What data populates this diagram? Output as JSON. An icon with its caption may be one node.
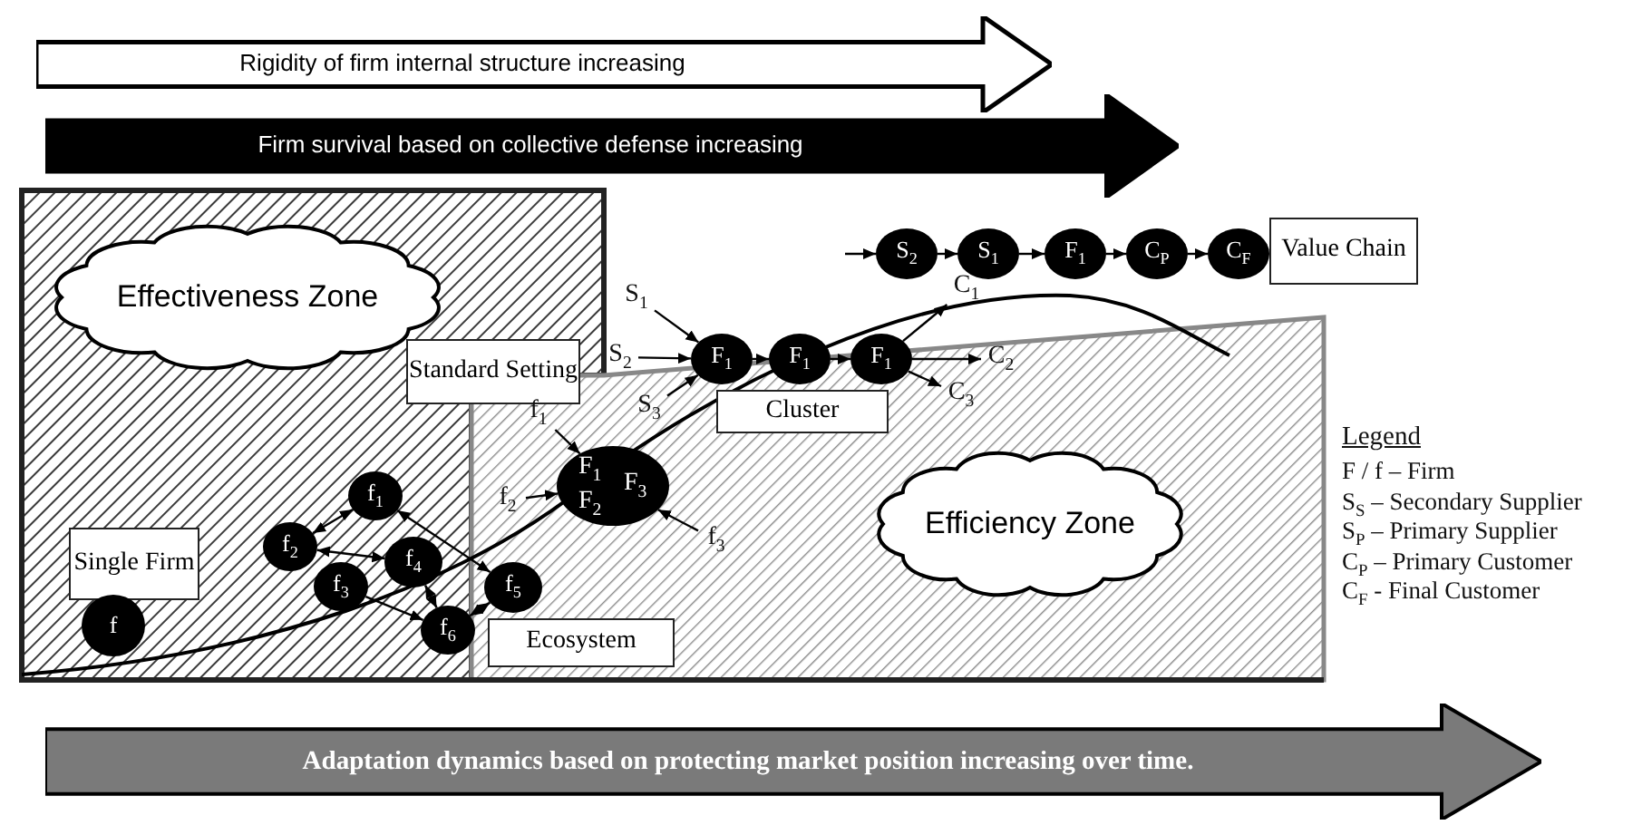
{
  "diagram": {
    "nodes": [
      {
        "text": [
          "Rigidity of firm internal structure increasing"
        ]
      },
      {
        "text": [
          "Firm survival based on collective defense increasing"
        ]
      },
      {
        "text": [
          "Effectiveness Zone"
        ]
      },
      {
        "text": [
          "S$_{2}$"
        ]
      },
      {
        "text": [
          "S$_{1}$"
        ]
      },
      {
        "text": [
          "F$_{1}$"
        ]
      },
      {
        "text": [
          "C$_{P}$"
        ]
      },
      {
        "text": [
          "C$_{F}$"
        ]
      },
      {
        "text": [
          "Value Chain"
        ]
      },
      {
        "text": [
          "S$_{1}$"
        ]
      },
      {
        "text": [
          "S$_{2}$"
        ]
      },
      {
        "text": [
          "F$_{1}$"
        ]
      },
      {
        "text": [
          "F$_{1}$"
        ]
      },
      {
        "text": [
          "F$_{1}$"
        ]
      },
      {
        "text": [
          "C$_{1}$"
        ]
      },
      {
        "text": [
          "C$_{2}$"
        ]
      },
      {
        "text": [
          "C$_{3}$"
        ]
      },
      {
        "text": [
          "Standard Setting"
        ]
      },
      {
        "text": [
          "S$_{3}$"
        ]
      },
      {
        "text": [
          "Cluster"
        ]
      },
      {
        "text": [
          "f$_{1}$"
        ]
      },
      {
        "text": [
          "F$_{1}$",
          "F$_{2}$",
          "F$_{3}$"
        ]
      },
      {
        "text": [
          "f$_{2}$"
        ]
      },
      {
        "text": [
          "f$_{3}$"
        ]
      },
      {
        "text": [
          "Efficiency Zone"
        ]
      },
      {
        "text": [
          "f$_{1}$"
        ]
      },
      {
        "text": [
          "Single Firm"
        ]
      },
      {
        "text": [
          "f$_{2}$"
        ]
      },
      {
        "text": [
          "f$_{4}$"
        ]
      },
      {
        "text": [
          "f$_{3}$"
        ]
      },
      {
        "text": [
          "f$_{5}$"
        ]
      },
      {
        "text": [
          "f"
        ]
      },
      {
        "text": [
          "f$_{6}$"
        ]
      },
      {
        "text": [
          "Ecosystem"
        ]
      },
      {
        "text": [
          "Adaptation dynamics based on protecting market position increasing over time."
        ]
      }
    ],
    "edges": [
      {
        "from": null,
        "to": 3,
        "arrow": "to"
      },
      {
        "from": 3,
        "to": 4,
        "arrow": "to"
      },
      {
        "from": 4,
        "to": 5,
        "arrow": "to"
      },
      {
        "from": 5,
        "to": 6,
        "arrow": "to"
      },
      {
        "from": 6,
        "to": 7,
        "arrow": "to"
      },
      {
        "from": 9,
        "to": 11,
        "arrow": "to"
      },
      {
        "from": 10,
        "to": 11,
        "arrow": "to"
      },
      {
        "from": 18,
        "to": 11,
        "arrow": "to"
      },
      {
        "from": 11,
        "to": 12,
        "arrow": "to"
      },
      {
        "from": 12,
        "to": 13,
        "arrow": "to"
      },
      {
        "from": 13,
        "to": 14,
        "arrow": "to"
      },
      {
        "from": 13,
        "to": 15,
        "arrow": "to"
      },
      {
        "from": 13,
        "to": 16,
        "arrow": "to"
      },
      {
        "from": 20,
        "to": 21,
        "arrow": "to"
      },
      {
        "from": 22,
        "to": 21,
        "arrow": "to"
      },
      {
        "from": 23,
        "to": 21,
        "arrow": "to"
      },
      {
        "from": 25,
        "to": 27,
        "arrow": "both"
      },
      {
        "from": 27,
        "to": 28,
        "arrow": "both"
      },
      {
        "from": 25,
        "to": 30,
        "arrow": "both"
      },
      {
        "from": 28,
        "to": 32,
        "arrow": "both"
      },
      {
        "from": 29,
        "to": 32,
        "arrow": "to"
      },
      {
        "from": 30,
        "to": 32,
        "arrow": "both"
      }
    ],
    "labels": [
      "Legend"
    ],
    "legend": [
      {
        "text": "F / f – Firm"
      },
      {
        "text": "S$_{S}$ – Secondary Supplier"
      },
      {
        "text": "S$_{P}$ – Primary Supplier"
      },
      {
        "text": "C$_{P}$ – Primary Customer"
      },
      {
        "text": "C$_{F}$ - Final Customer"
      }
    ]
  }
}
